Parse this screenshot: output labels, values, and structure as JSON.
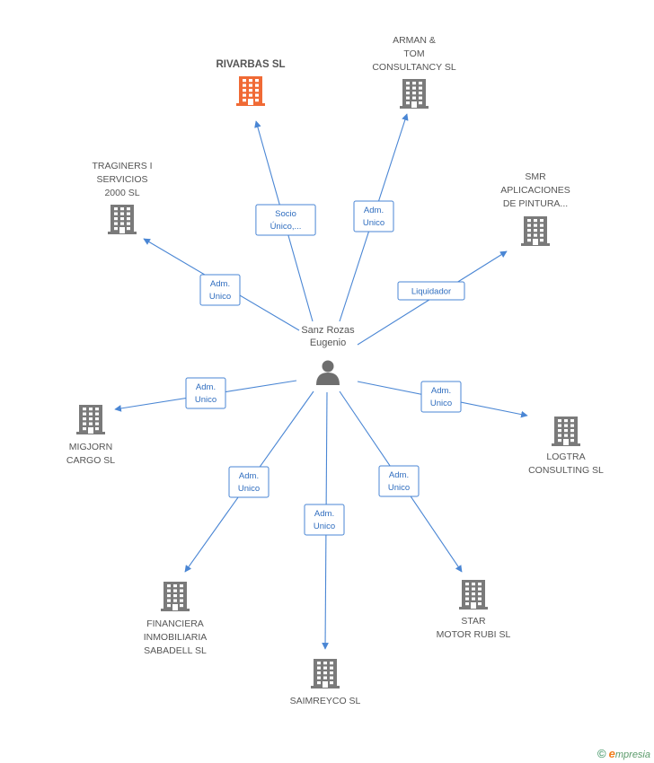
{
  "person": {
    "name_lines": [
      "Sanz Rozas",
      "Eugenio"
    ],
    "icon": "person-icon"
  },
  "colors": {
    "edge": "#4a86d4",
    "building": "#7a7a7a",
    "building_highlight": "#f06a35"
  },
  "nodes": [
    {
      "id": "rivarbas",
      "lines": [
        "RIVARBAS SL"
      ],
      "highlight": true,
      "icon": "building-icon"
    },
    {
      "id": "arman",
      "lines": [
        "ARMAN &",
        "TOM",
        "CONSULTANCY SL"
      ],
      "highlight": false,
      "icon": "building-icon"
    },
    {
      "id": "traginers",
      "lines": [
        "TRAGINERS I",
        "SERVICIOS",
        "2000 SL"
      ],
      "highlight": false,
      "icon": "building-icon"
    },
    {
      "id": "smr",
      "lines": [
        "SMR",
        "APLICACIONES",
        "DE PINTURA..."
      ],
      "highlight": false,
      "icon": "building-icon"
    },
    {
      "id": "migjorn",
      "lines": [
        "MIGJORN",
        "CARGO SL"
      ],
      "highlight": false,
      "icon": "building-icon"
    },
    {
      "id": "logtra",
      "lines": [
        "LOGTRA",
        "CONSULTING SL"
      ],
      "highlight": false,
      "icon": "building-icon"
    },
    {
      "id": "financiera",
      "lines": [
        "FINANCIERA",
        "INMOBILIARIA",
        "SABADELL SL"
      ],
      "highlight": false,
      "icon": "building-icon"
    },
    {
      "id": "star",
      "lines": [
        "STAR",
        "MOTOR RUBI  SL"
      ],
      "highlight": false,
      "icon": "building-icon"
    },
    {
      "id": "saimreyco",
      "lines": [
        "SAIMREYCO SL"
      ],
      "highlight": false,
      "icon": "building-icon"
    }
  ],
  "edges": [
    {
      "target": "rivarbas",
      "role_lines": [
        "Socio",
        "Único,..."
      ]
    },
    {
      "target": "arman",
      "role_lines": [
        "Adm.",
        "Unico"
      ]
    },
    {
      "target": "traginers",
      "role_lines": [
        "Adm.",
        "Unico"
      ]
    },
    {
      "target": "smr",
      "role_lines": [
        "Liquidador"
      ]
    },
    {
      "target": "migjorn",
      "role_lines": [
        "Adm.",
        "Unico"
      ]
    },
    {
      "target": "logtra",
      "role_lines": [
        "Adm.",
        "Unico"
      ]
    },
    {
      "target": "financiera",
      "role_lines": [
        "Adm.",
        "Unico"
      ]
    },
    {
      "target": "star",
      "role_lines": [
        "Adm.",
        "Unico"
      ]
    },
    {
      "target": "saimreyco",
      "role_lines": [
        "Adm.",
        "Unico"
      ]
    }
  ],
  "footer": {
    "copyright": "©",
    "brand_initial": "e",
    "brand_rest": "mpresia"
  }
}
